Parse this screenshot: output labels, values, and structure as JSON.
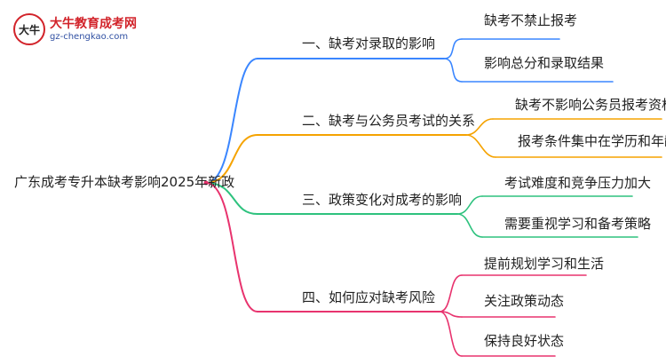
{
  "logo": {
    "title": "大牛教育成考网",
    "url": "gz-chengkao.com",
    "badge_text": "大牛"
  },
  "root": {
    "label": "广东成考专升本缺考影响2025年新政"
  },
  "branches": [
    {
      "label": "一、缺考对录取的影响",
      "color": "#3a86ff",
      "children": [
        "缺考不禁止报考",
        "影响总分和录取结果"
      ]
    },
    {
      "label": "二、缺考与公务员考试的关系",
      "color": "#f5a300",
      "children": [
        "缺考不影响公务员报考资格",
        "报考条件集中在学历和年龄"
      ]
    },
    {
      "label": "三、政策变化对成考的影响",
      "color": "#2ec27e",
      "children": [
        "考试难度和竞争压力加大",
        "需要重视学习和备考策略"
      ]
    },
    {
      "label": "四、如何应对缺考风险",
      "color": "#e8336e",
      "children": [
        "提前规划学习和生活",
        "关注政策动态",
        "保持良好状态"
      ]
    }
  ]
}
